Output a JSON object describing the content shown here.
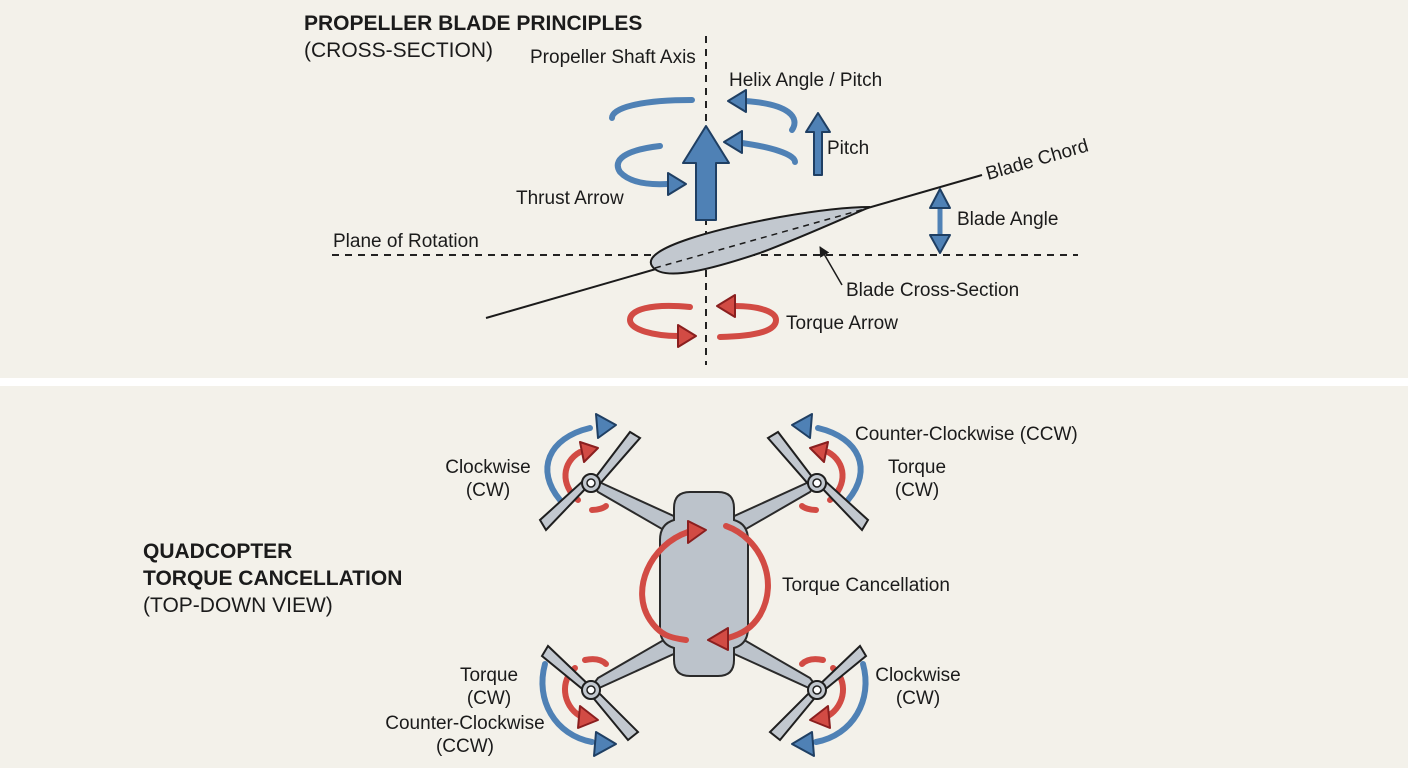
{
  "top_panel": {
    "title": "PROPELLER BLADE PRINCIPLES",
    "subtitle": "(CROSS-SECTION)",
    "labels": {
      "shaft_axis": "Propeller Shaft Axis",
      "helix": "Helix Angle / Pitch",
      "pitch": "Pitch",
      "thrust": "Thrust Arrow",
      "blade_chord": "Blade Chord",
      "blade_angle": "Blade Angle",
      "plane_rotation": "Plane of Rotation",
      "blade_cross_section": "Blade Cross-Section",
      "torque_arrow": "Torque Arrow"
    }
  },
  "bottom_panel": {
    "title_line1": "QUADCOPTER",
    "title_line2": "TORQUE CANCELLATION",
    "title_line3": "(TOP-DOWN VIEW)",
    "labels": {
      "tl_line1": "Clockwise",
      "tl_line2": "(CW)",
      "tr_top": "Counter-Clockwise (CCW)",
      "tr_line1": "Torque",
      "tr_line2": "(CW)",
      "center": "Torque Cancellation",
      "bl_line1": "Torque",
      "bl_line2": "(CW)",
      "bl_line3": "Counter-Clockwise",
      "bl_line4": "(CCW)",
      "br_line1": "Clockwise",
      "br_line2": "(CW)"
    }
  },
  "colors": {
    "background": "#f3f1ea",
    "blue_arrow": "#4f81b5",
    "red_arrow": "#d24b44",
    "body_gray": "#bcc3cb"
  }
}
